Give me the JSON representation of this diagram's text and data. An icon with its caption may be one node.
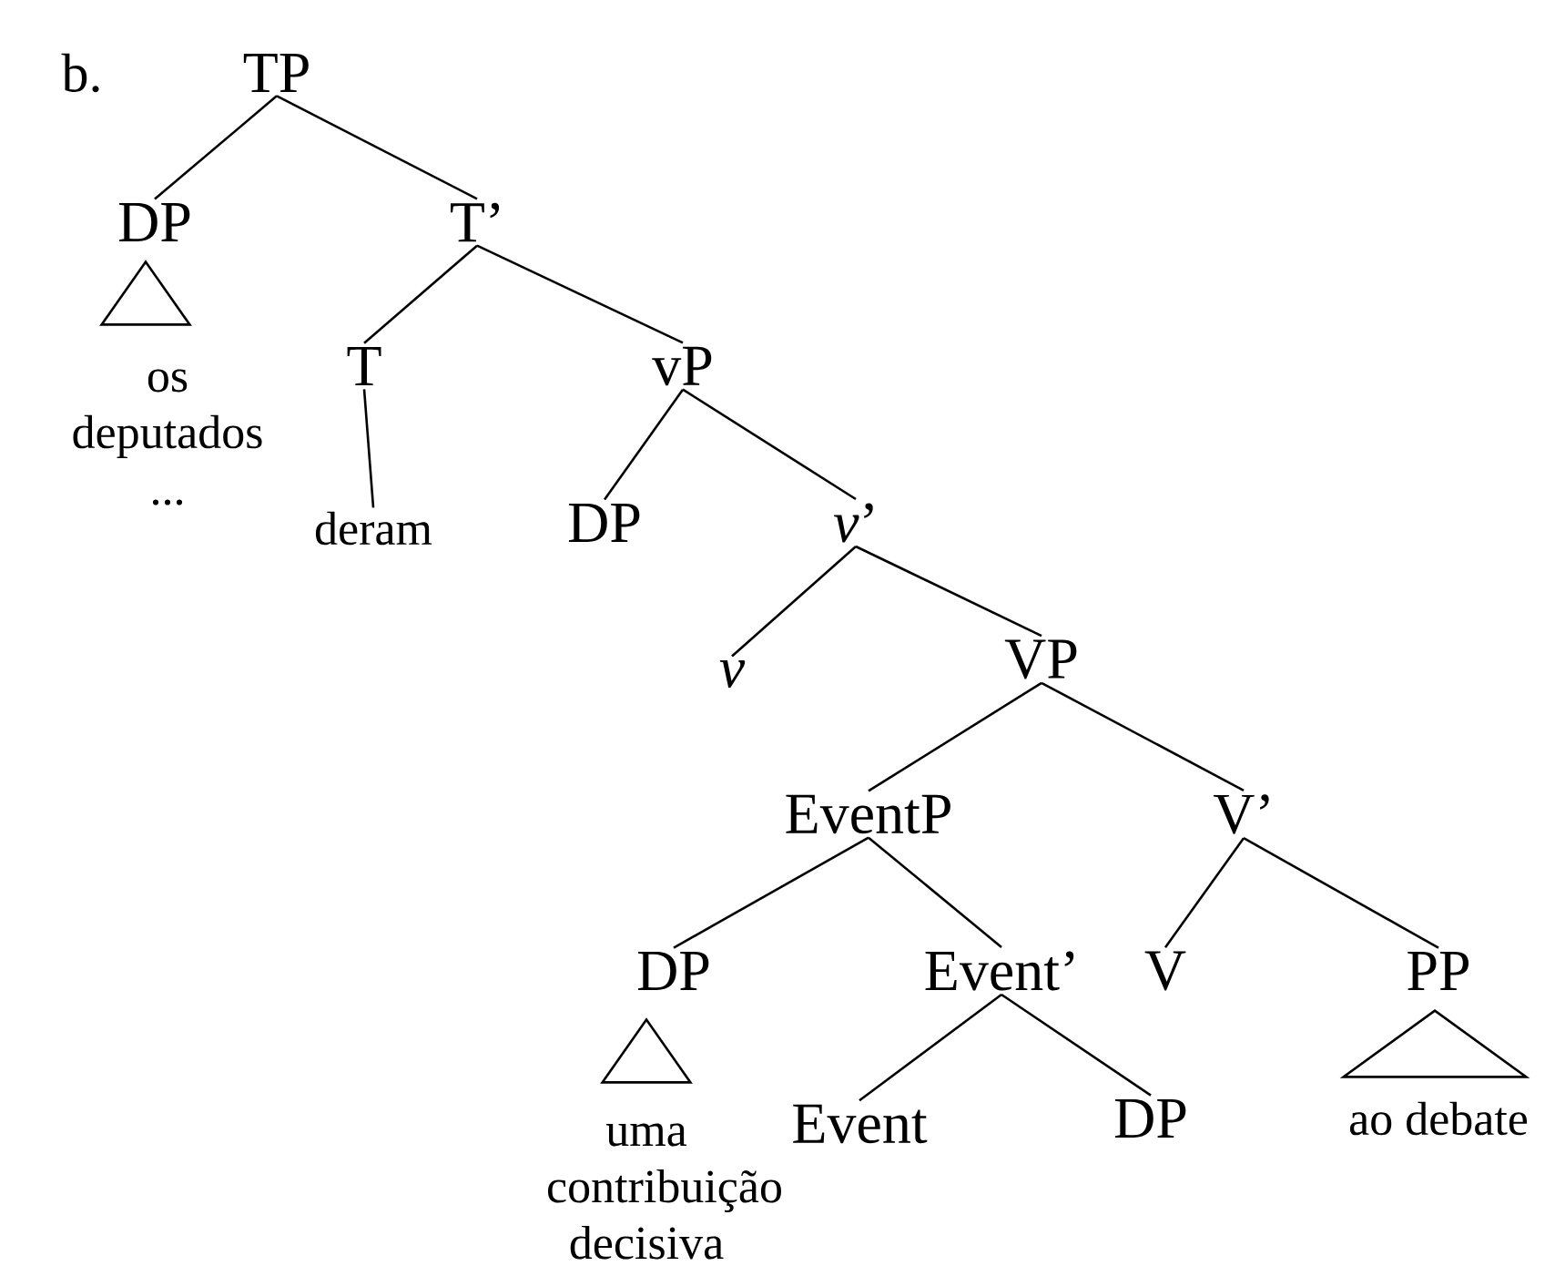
{
  "diagram": {
    "nodes": [
      {
        "text": [
          "TP"
        ]
      },
      {
        "text": [
          "DP"
        ]
      },
      {
        "text": [
          "T’"
        ]
      },
      {
        "text": [],
        "shape": "triangle"
      },
      {
        "text": [
          "os deputados ..."
        ]
      },
      {
        "text": [
          "T"
        ]
      },
      {
        "text": [
          "vP"
        ]
      },
      {
        "text": [
          "deram"
        ]
      },
      {
        "text": [
          "DP"
        ]
      },
      {
        "text": [
          "*v*’"
        ]
      },
      {
        "text": [
          "*v*"
        ]
      },
      {
        "text": [
          "VP"
        ]
      },
      {
        "text": [
          "EventP"
        ]
      },
      {
        "text": [
          "V’"
        ]
      },
      {
        "text": [
          "DP"
        ]
      },
      {
        "text": [
          "Event’"
        ]
      },
      {
        "text": [
          "V"
        ]
      },
      {
        "text": [
          "PP"
        ]
      },
      {
        "text": [],
        "shape": "triangle"
      },
      {
        "text": [],
        "shape": "triangle"
      },
      {
        "text": [
          "uma contribuição decisiva"
        ]
      },
      {
        "text": [
          "Event"
        ]
      },
      {
        "text": [
          "DP"
        ]
      },
      {
        "text": [
          "ao debate"
        ]
      }
    ],
    "edges": [
      {
        "from": 0,
        "to": 1,
        "arrow": "none"
      },
      {
        "from": 0,
        "to": 2,
        "arrow": "none"
      },
      {
        "from": 2,
        "to": 5,
        "arrow": "none"
      },
      {
        "from": 2,
        "to": 6,
        "arrow": "none"
      },
      {
        "from": 5,
        "to": 7,
        "arrow": "none"
      },
      {
        "from": 6,
        "to": 8,
        "arrow": "none"
      },
      {
        "from": 6,
        "to": 9,
        "arrow": "none"
      },
      {
        "from": 9,
        "to": 10,
        "arrow": "none"
      },
      {
        "from": 9,
        "to": 11,
        "arrow": "none"
      },
      {
        "from": 11,
        "to": 12,
        "arrow": "none"
      },
      {
        "from": 11,
        "to": 13,
        "arrow": "none"
      },
      {
        "from": 12,
        "to": 14,
        "arrow": "none"
      },
      {
        "from": 12,
        "to": 15,
        "arrow": "none"
      },
      {
        "from": 13,
        "to": 16,
        "arrow": "none"
      },
      {
        "from": 13,
        "to": 17,
        "arrow": "none"
      },
      {
        "from": 15,
        "to": 21,
        "arrow": "none"
      },
      {
        "from": 15,
        "to": 22,
        "arrow": "none"
      }
    ],
    "labels": [
      "b."
    ]
  }
}
